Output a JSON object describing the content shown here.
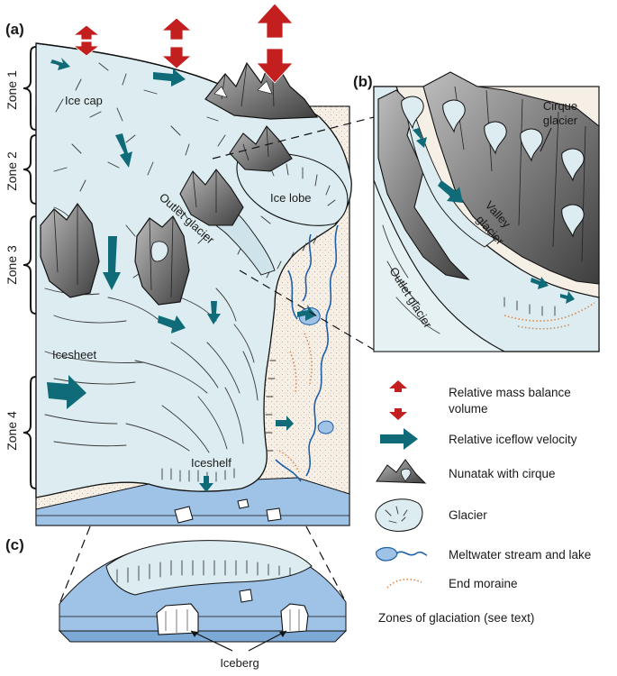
{
  "panels": {
    "a": "(a)",
    "b": "(b)",
    "c": "(c)"
  },
  "zones": [
    "Zone 1",
    "Zone 2",
    "Zone 3",
    "Zone 4"
  ],
  "map_labels": {
    "ice_cap": "Ice cap",
    "ice_lobe": "Ice lobe",
    "outlet_glacier": "Outlet glacier",
    "icesheet": "Icesheet",
    "iceshelf": "Iceshelf",
    "cirque_glacier_1": "Cirque",
    "cirque_glacier_2": "glacier",
    "valley_glacier_1": "Valley",
    "valley_glacier_2": "glacier",
    "outlet_glacier_b": "Outlet glacier",
    "iceberg": "Iceberg"
  },
  "legend": [
    {
      "icon": "mass-balance-arrows-icon",
      "lines": [
        "Relative mass balance",
        "volume"
      ]
    },
    {
      "icon": "iceflow-arrow-icon",
      "lines": [
        "Relative iceflow velocity"
      ]
    },
    {
      "icon": "nunatak-icon",
      "lines": [
        "Nunatak with cirque"
      ]
    },
    {
      "icon": "glacier-icon",
      "lines": [
        "Glacier"
      ]
    },
    {
      "icon": "meltwater-icon",
      "lines": [
        "Meltwater stream and lake"
      ]
    },
    {
      "icon": "end-moraine-icon",
      "lines": [
        "End moraine"
      ]
    },
    {
      "icon": "none",
      "lines": [
        "Zones of glaciation (see text)"
      ]
    }
  ],
  "colors": {
    "ice": "#dcecf0",
    "water": "#9fc3e6",
    "arrow_flow": "#0f6b78",
    "arrow_mass": "#c41f1f",
    "rock": "#555555",
    "moraine": "#d9864a",
    "stream": "#1f5fa8",
    "land": "#f6efe6"
  }
}
